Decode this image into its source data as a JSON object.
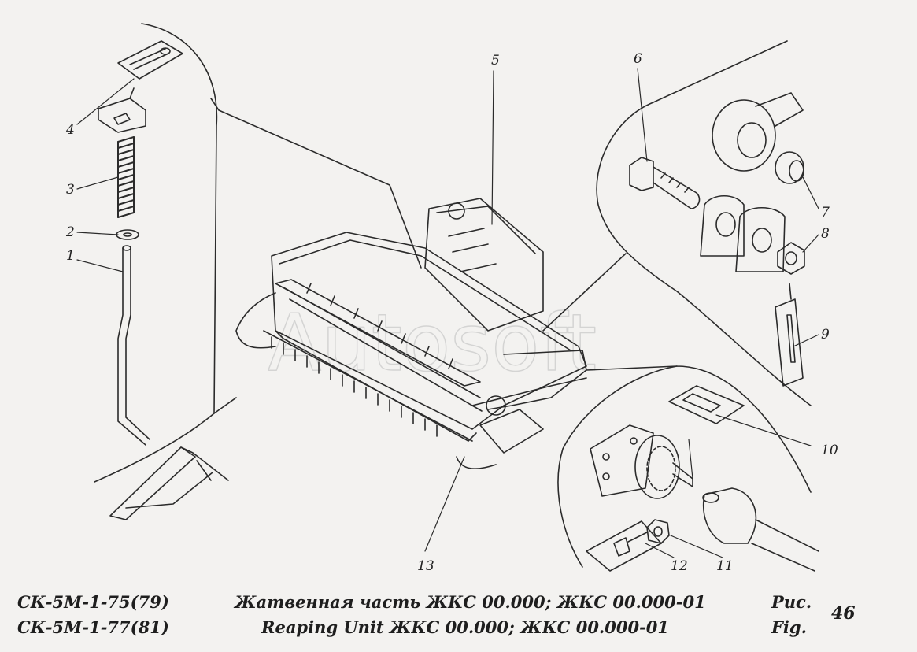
{
  "callouts": [
    "1",
    "2",
    "3",
    "4",
    "5",
    "6",
    "7",
    "8",
    "9",
    "10",
    "11",
    "12",
    "13"
  ],
  "watermark": "Autosoft",
  "caption": {
    "model_line1": "СК-5М-1-75(79)",
    "model_line2": "СК-5М-1-77(81)",
    "title_ru": "Жатвенная часть ЖКС 00.000; ЖКС 00.000-01",
    "title_en": "Reaping Unit  ЖКС 00.000; ЖКС 00.000-01",
    "fig_ru": "Рис.",
    "fig_en": "Fig.",
    "fig_number": "46"
  }
}
